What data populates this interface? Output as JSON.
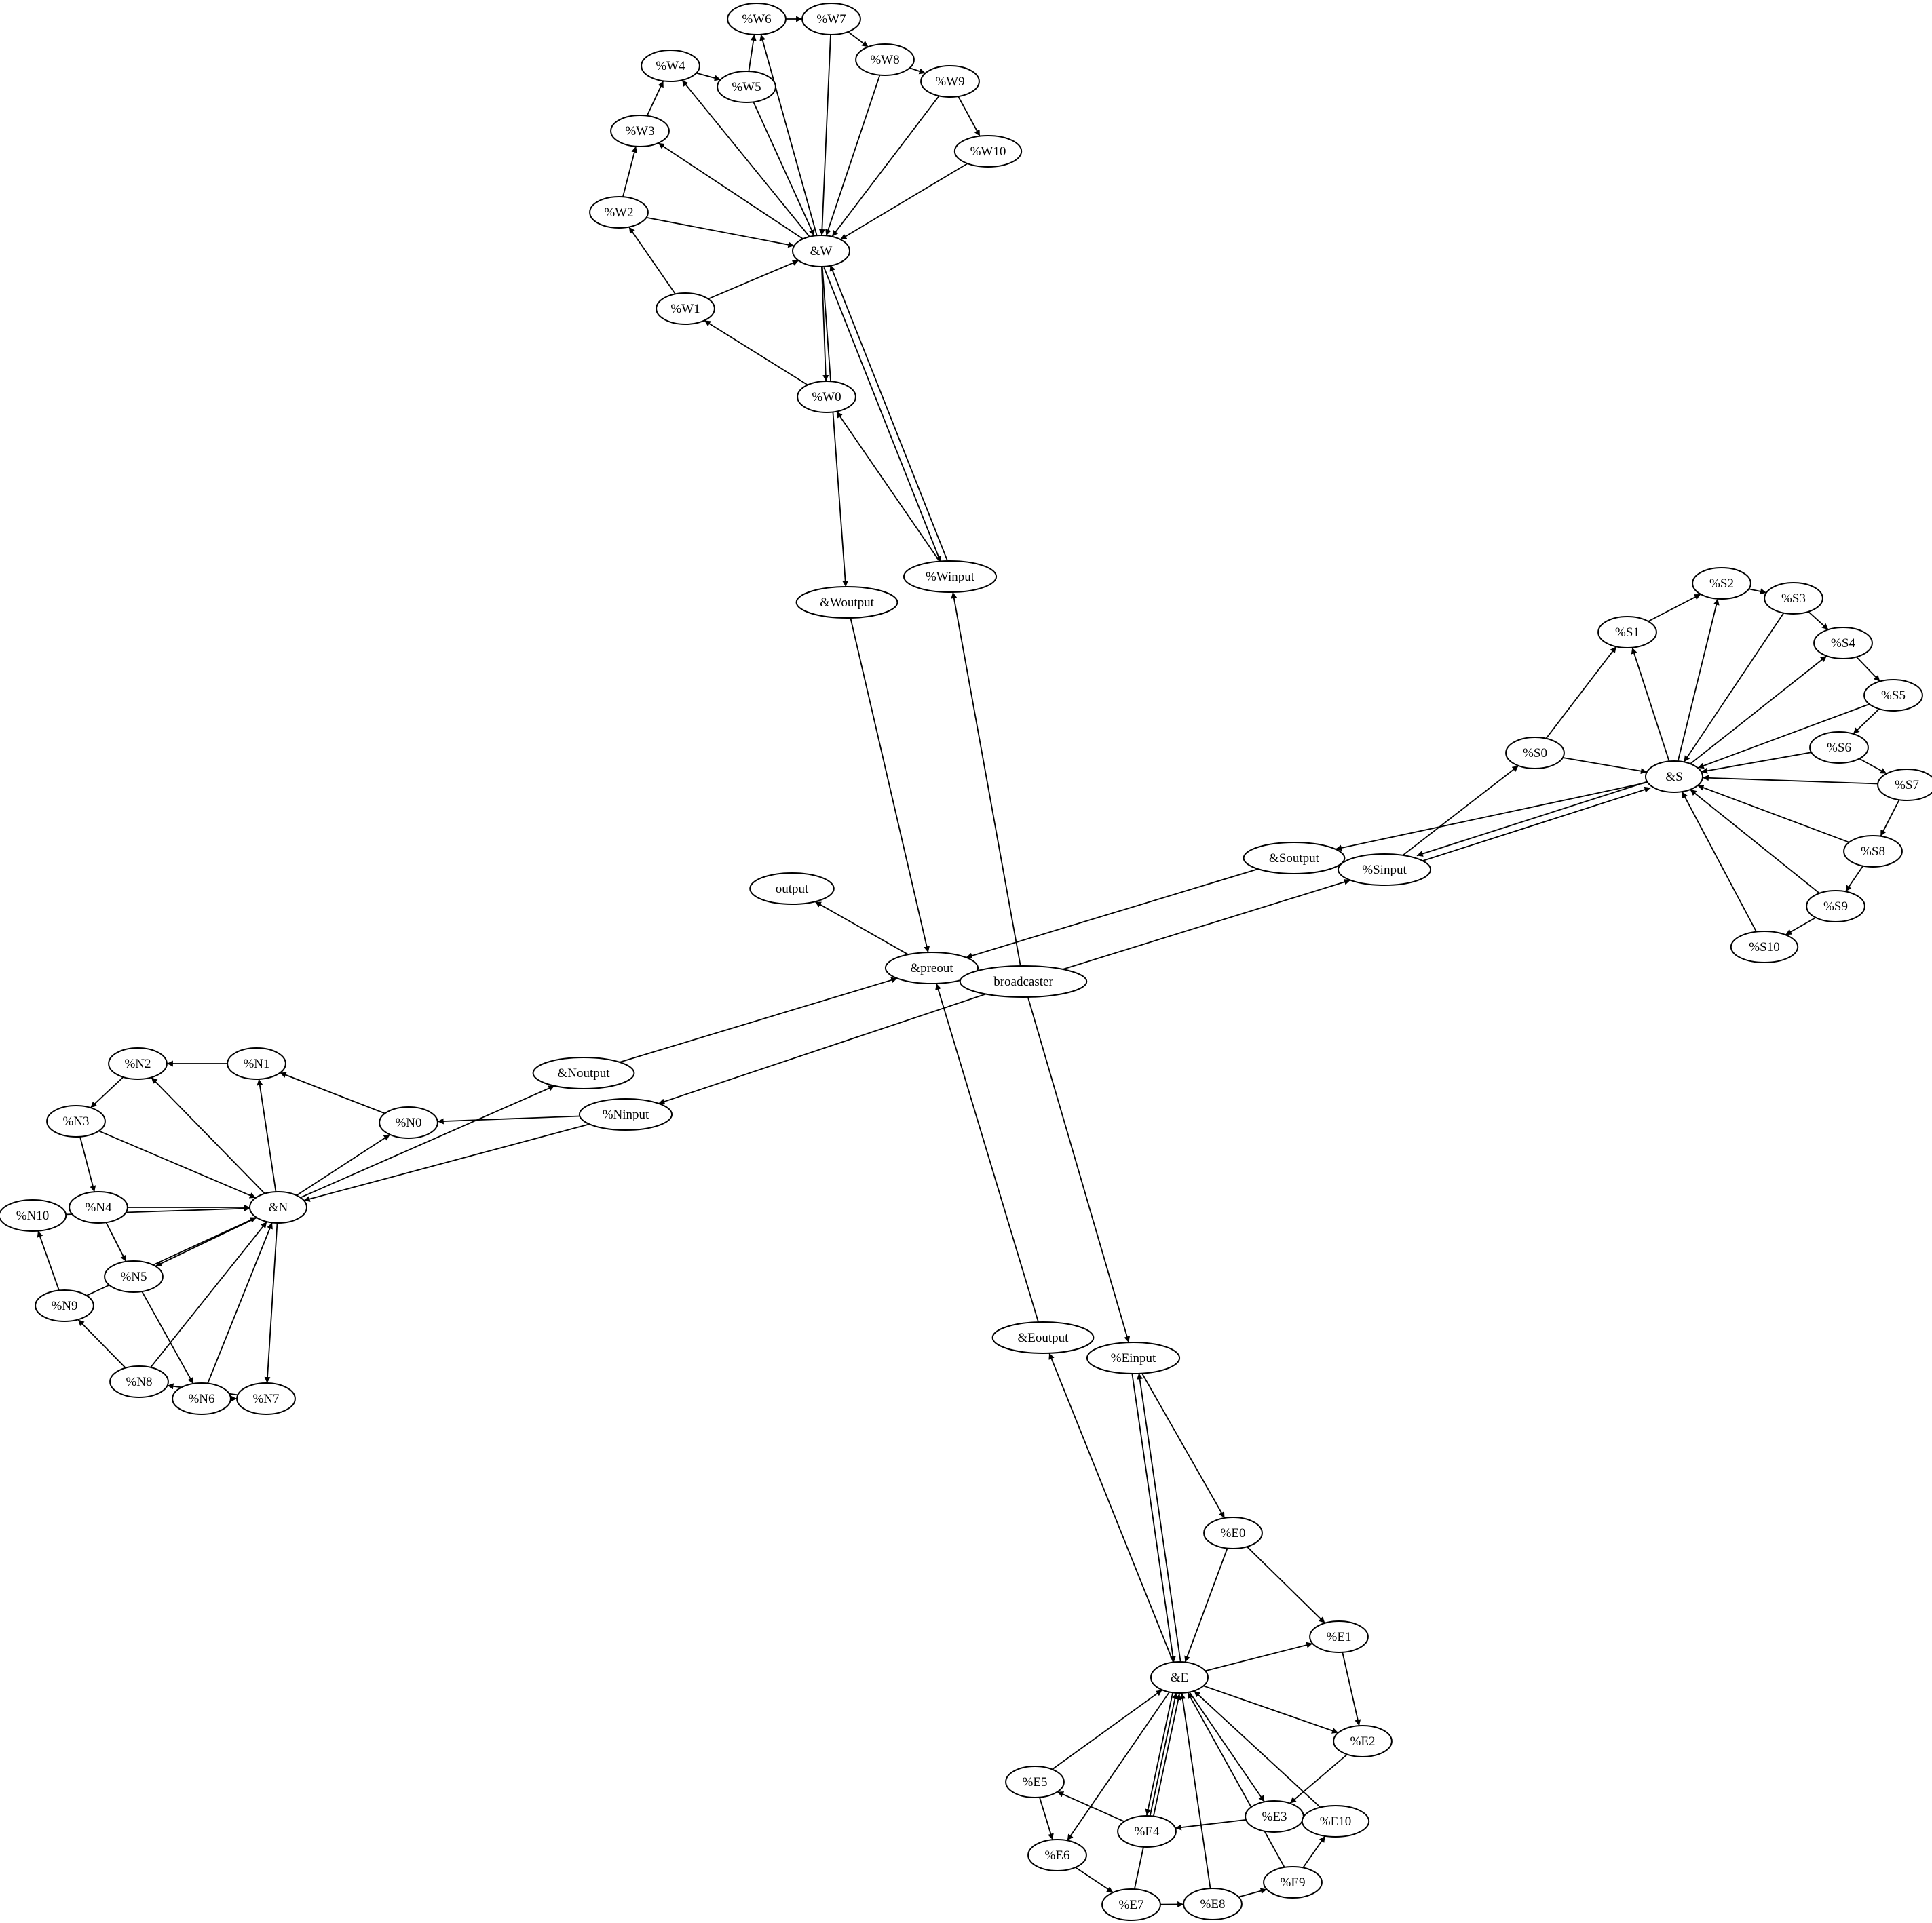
{
  "graph": {
    "nodes": [
      {
        "id": "W",
        "label": "&W"
      },
      {
        "id": "W0",
        "label": "%W0"
      },
      {
        "id": "W1",
        "label": "%W1"
      },
      {
        "id": "W2",
        "label": "%W2"
      },
      {
        "id": "W3",
        "label": "%W3"
      },
      {
        "id": "W4",
        "label": "%W4"
      },
      {
        "id": "W5",
        "label": "%W5"
      },
      {
        "id": "W6",
        "label": "%W6"
      },
      {
        "id": "W7",
        "label": "%W7"
      },
      {
        "id": "W8",
        "label": "%W8"
      },
      {
        "id": "W9",
        "label": "%W9"
      },
      {
        "id": "W10",
        "label": "%W10"
      },
      {
        "id": "Winput",
        "label": "%Winput"
      },
      {
        "id": "Woutput",
        "label": "&Woutput"
      },
      {
        "id": "output",
        "label": "output"
      },
      {
        "id": "preout",
        "label": "&preout"
      },
      {
        "id": "broadcaster",
        "label": "broadcaster"
      },
      {
        "id": "S",
        "label": "&S"
      },
      {
        "id": "S0",
        "label": "%S0"
      },
      {
        "id": "S1",
        "label": "%S1"
      },
      {
        "id": "S2",
        "label": "%S2"
      },
      {
        "id": "S3",
        "label": "%S3"
      },
      {
        "id": "S4",
        "label": "%S4"
      },
      {
        "id": "S5",
        "label": "%S5"
      },
      {
        "id": "S6",
        "label": "%S6"
      },
      {
        "id": "S7",
        "label": "%S7"
      },
      {
        "id": "S8",
        "label": "%S8"
      },
      {
        "id": "S9",
        "label": "%S9"
      },
      {
        "id": "S10",
        "label": "%S10"
      },
      {
        "id": "Soutput",
        "label": "&Soutput"
      },
      {
        "id": "Sinput",
        "label": "%Sinput"
      },
      {
        "id": "N",
        "label": "&N"
      },
      {
        "id": "N0",
        "label": "%N0"
      },
      {
        "id": "N1",
        "label": "%N1"
      },
      {
        "id": "N2",
        "label": "%N2"
      },
      {
        "id": "N3",
        "label": "%N3"
      },
      {
        "id": "N4",
        "label": "%N4"
      },
      {
        "id": "N5",
        "label": "%N5"
      },
      {
        "id": "N6",
        "label": "%N6"
      },
      {
        "id": "N7",
        "label": "%N7"
      },
      {
        "id": "N8",
        "label": "%N8"
      },
      {
        "id": "N9",
        "label": "%N9"
      },
      {
        "id": "N10",
        "label": "%N10"
      },
      {
        "id": "Noutput",
        "label": "&Noutput"
      },
      {
        "id": "Ninput",
        "label": "%Ninput"
      },
      {
        "id": "E",
        "label": "&E"
      },
      {
        "id": "E0",
        "label": "%E0"
      },
      {
        "id": "E1",
        "label": "%E1"
      },
      {
        "id": "E2",
        "label": "%E2"
      },
      {
        "id": "E3",
        "label": "%E3"
      },
      {
        "id": "E4",
        "label": "%E4"
      },
      {
        "id": "E5",
        "label": "%E5"
      },
      {
        "id": "E6",
        "label": "%E6"
      },
      {
        "id": "E7",
        "label": "%E7"
      },
      {
        "id": "E8",
        "label": "%E8"
      },
      {
        "id": "E9",
        "label": "%E9"
      },
      {
        "id": "E10",
        "label": "%E10"
      },
      {
        "id": "Eoutput",
        "label": "&Eoutput"
      },
      {
        "id": "Einput",
        "label": "%Einput"
      }
    ],
    "edges": [
      [
        "W0",
        "W1"
      ],
      [
        "W1",
        "W2"
      ],
      [
        "W2",
        "W3"
      ],
      [
        "W3",
        "W4"
      ],
      [
        "W4",
        "W5"
      ],
      [
        "W5",
        "W6"
      ],
      [
        "W6",
        "W7"
      ],
      [
        "W7",
        "W8"
      ],
      [
        "W8",
        "W9"
      ],
      [
        "W9",
        "W10"
      ],
      [
        "W",
        "W0"
      ],
      [
        "W",
        "W3"
      ],
      [
        "W",
        "W4"
      ],
      [
        "W",
        "W6"
      ],
      [
        "W",
        "Woutput"
      ],
      [
        "W",
        "Winput"
      ],
      [
        "W1",
        "W"
      ],
      [
        "W2",
        "W"
      ],
      [
        "W5",
        "W"
      ],
      [
        "W7",
        "W"
      ],
      [
        "W8",
        "W"
      ],
      [
        "W9",
        "W"
      ],
      [
        "W10",
        "W"
      ],
      [
        "Winput",
        "W"
      ],
      [
        "Winput",
        "W0"
      ],
      [
        "broadcaster",
        "Winput"
      ],
      [
        "Woutput",
        "preout"
      ],
      [
        "preout",
        "output"
      ],
      [
        "broadcaster",
        "Sinput"
      ],
      [
        "broadcaster",
        "Ninput"
      ],
      [
        "broadcaster",
        "Einput"
      ],
      [
        "S0",
        "S1"
      ],
      [
        "S1",
        "S2"
      ],
      [
        "S2",
        "S3"
      ],
      [
        "S3",
        "S4"
      ],
      [
        "S4",
        "S5"
      ],
      [
        "S5",
        "S6"
      ],
      [
        "S6",
        "S7"
      ],
      [
        "S7",
        "S8"
      ],
      [
        "S8",
        "S9"
      ],
      [
        "S9",
        "S10"
      ],
      [
        "S",
        "S1"
      ],
      [
        "S",
        "S2"
      ],
      [
        "S",
        "S4"
      ],
      [
        "S",
        "Soutput"
      ],
      [
        "S",
        "Sinput"
      ],
      [
        "S0",
        "S"
      ],
      [
        "S3",
        "S"
      ],
      [
        "S5",
        "S"
      ],
      [
        "S6",
        "S"
      ],
      [
        "S7",
        "S"
      ],
      [
        "S8",
        "S"
      ],
      [
        "S9",
        "S"
      ],
      [
        "S10",
        "S"
      ],
      [
        "Sinput",
        "S"
      ],
      [
        "Sinput",
        "S0"
      ],
      [
        "Soutput",
        "preout"
      ],
      [
        "N0",
        "N1"
      ],
      [
        "N1",
        "N2"
      ],
      [
        "N2",
        "N3"
      ],
      [
        "N3",
        "N4"
      ],
      [
        "N4",
        "N5"
      ],
      [
        "N5",
        "N6"
      ],
      [
        "N6",
        "N7"
      ],
      [
        "N7",
        "N8"
      ],
      [
        "N8",
        "N9"
      ],
      [
        "N9",
        "N10"
      ],
      [
        "N",
        "N0"
      ],
      [
        "N",
        "N1"
      ],
      [
        "N",
        "N2"
      ],
      [
        "N",
        "N5"
      ],
      [
        "N",
        "N7"
      ],
      [
        "N",
        "Noutput"
      ],
      [
        "N3",
        "N"
      ],
      [
        "N4",
        "N"
      ],
      [
        "N6",
        "N"
      ],
      [
        "N8",
        "N"
      ],
      [
        "N9",
        "N"
      ],
      [
        "N10",
        "N"
      ],
      [
        "Ninput",
        "N"
      ],
      [
        "Ninput",
        "N0"
      ],
      [
        "Noutput",
        "preout"
      ],
      [
        "E0",
        "E1"
      ],
      [
        "E1",
        "E2"
      ],
      [
        "E2",
        "E3"
      ],
      [
        "E3",
        "E4"
      ],
      [
        "E4",
        "E5"
      ],
      [
        "E5",
        "E6"
      ],
      [
        "E6",
        "E7"
      ],
      [
        "E7",
        "E8"
      ],
      [
        "E8",
        "E9"
      ],
      [
        "E9",
        "E10"
      ],
      [
        "E",
        "E1"
      ],
      [
        "E",
        "E2"
      ],
      [
        "E",
        "E3"
      ],
      [
        "E",
        "E4"
      ],
      [
        "E",
        "E6"
      ],
      [
        "E",
        "Eoutput"
      ],
      [
        "E",
        "Einput"
      ],
      [
        "E0",
        "E"
      ],
      [
        "E4",
        "E"
      ],
      [
        "E5",
        "E"
      ],
      [
        "E7",
        "E"
      ],
      [
        "E8",
        "E"
      ],
      [
        "E9",
        "E"
      ],
      [
        "E10",
        "E"
      ],
      [
        "Einput",
        "E"
      ],
      [
        "Einput",
        "E0"
      ],
      [
        "Eoutput",
        "preout"
      ]
    ]
  }
}
